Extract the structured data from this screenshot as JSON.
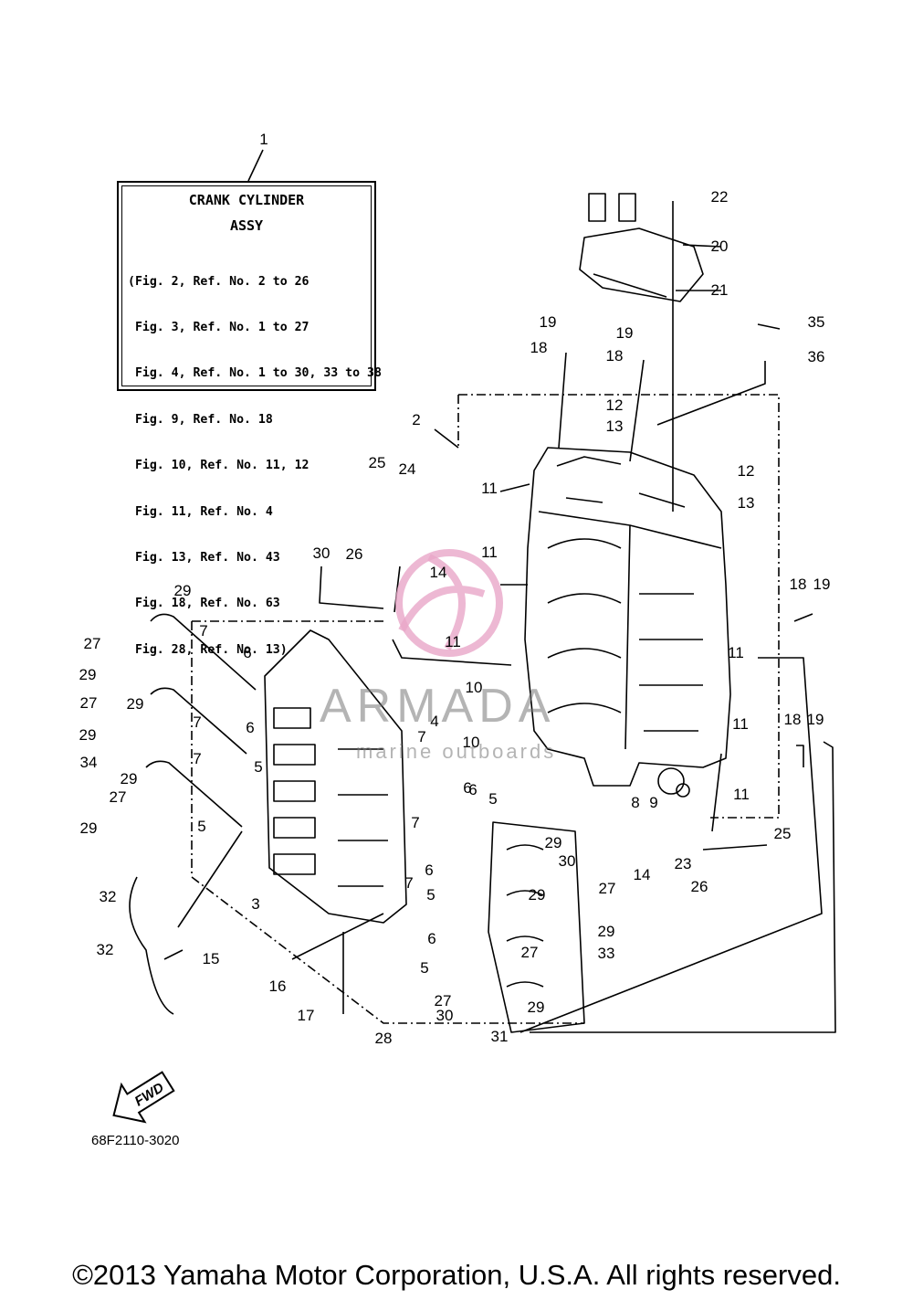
{
  "ref_box": {
    "title_line1": "CRANK CYLINDER",
    "title_line2": "ASSY",
    "lines": [
      "(Fig. 2, Ref. No. 2 to 26",
      " Fig. 3, Ref. No. 1 to 27",
      " Fig. 4, Ref. No. 1 to 30, 33 to 38",
      " Fig. 9, Ref. No. 18",
      " Fig. 10, Ref. No. 11, 12",
      " Fig. 11, Ref. No. 4",
      " Fig. 13, Ref. No. 43",
      " Fig. 18, Ref. No. 63",
      " Fig. 28, Ref. No. 13)"
    ]
  },
  "watermark": {
    "brand": "ARMADA",
    "tagline": "marine outboards",
    "color": "#e8a6c8"
  },
  "fwd_label": "FWD",
  "diagram_code": "68F2110-3020",
  "footer": "©2013 Yamaha Motor Corporation, U.S.A. All rights reserved.",
  "callouts": [
    "1",
    "2",
    "3",
    "4",
    "5",
    "5",
    "5",
    "5",
    "5",
    "6",
    "6",
    "6",
    "6",
    "6",
    "6",
    "7",
    "7",
    "7",
    "7",
    "7",
    "7",
    "8",
    "9",
    "10",
    "10",
    "11",
    "11",
    "11",
    "11",
    "11",
    "11",
    "12",
    "12",
    "13",
    "13",
    "14",
    "14",
    "15",
    "16",
    "17",
    "18",
    "18",
    "18",
    "18",
    "19",
    "19",
    "19",
    "19",
    "20",
    "21",
    "22",
    "23",
    "24",
    "25",
    "25",
    "26",
    "26",
    "27",
    "27",
    "27",
    "27",
    "27",
    "27",
    "28",
    "29",
    "29",
    "29",
    "29",
    "29",
    "29",
    "29",
    "29",
    "29",
    "29",
    "30",
    "30",
    "30",
    "31",
    "32",
    "32",
    "33",
    "34",
    "35",
    "36"
  ]
}
